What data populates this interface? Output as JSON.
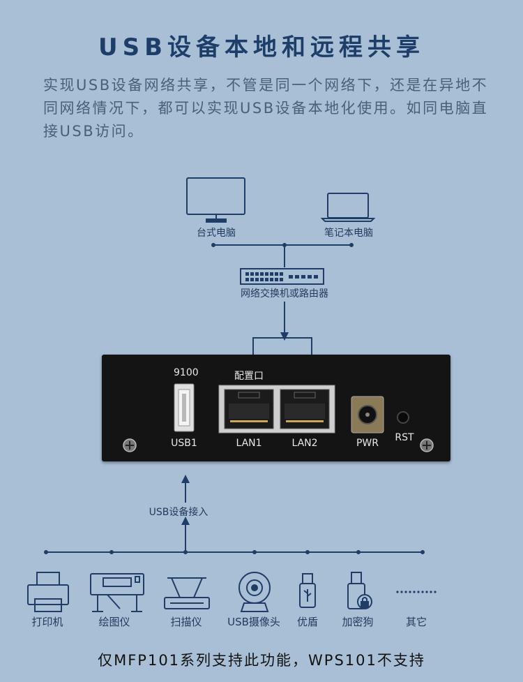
{
  "title": "USB设备本地和远程共享",
  "description": "实现USB设备网络共享，不管是同一个网络下，还是在异地不同网络情况下，都可以实现USB设备本地化使用。如同电脑直接USB访问。",
  "network": {
    "desktop_label": "台式电脑",
    "laptop_label": "笔记本电脑",
    "switch_label": "网络交换机或路由器"
  },
  "panel": {
    "port_number": "9100",
    "config_label": "配置口",
    "ports": [
      "USB1",
      "LAN1",
      "LAN2",
      "PWR",
      "RST"
    ]
  },
  "usb_in_label": "USB设备接入",
  "devices": [
    {
      "label": "打印机",
      "icon": "printer-icon"
    },
    {
      "label": "绘图仪",
      "icon": "plotter-icon"
    },
    {
      "label": "扫描仪",
      "icon": "scanner-icon"
    },
    {
      "label": "USB摄像头",
      "icon": "webcam-icon"
    },
    {
      "label": "优盾",
      "icon": "usb-key-icon"
    },
    {
      "label": "加密狗",
      "icon": "dongle-icon"
    },
    {
      "label": "其它",
      "icon": "more-icon"
    }
  ],
  "note": "仅MFP101系列支持此功能，WPS101不支持",
  "colors": {
    "background": "#a9bfd6",
    "line": "#1f3d66",
    "panel": "#141414"
  }
}
